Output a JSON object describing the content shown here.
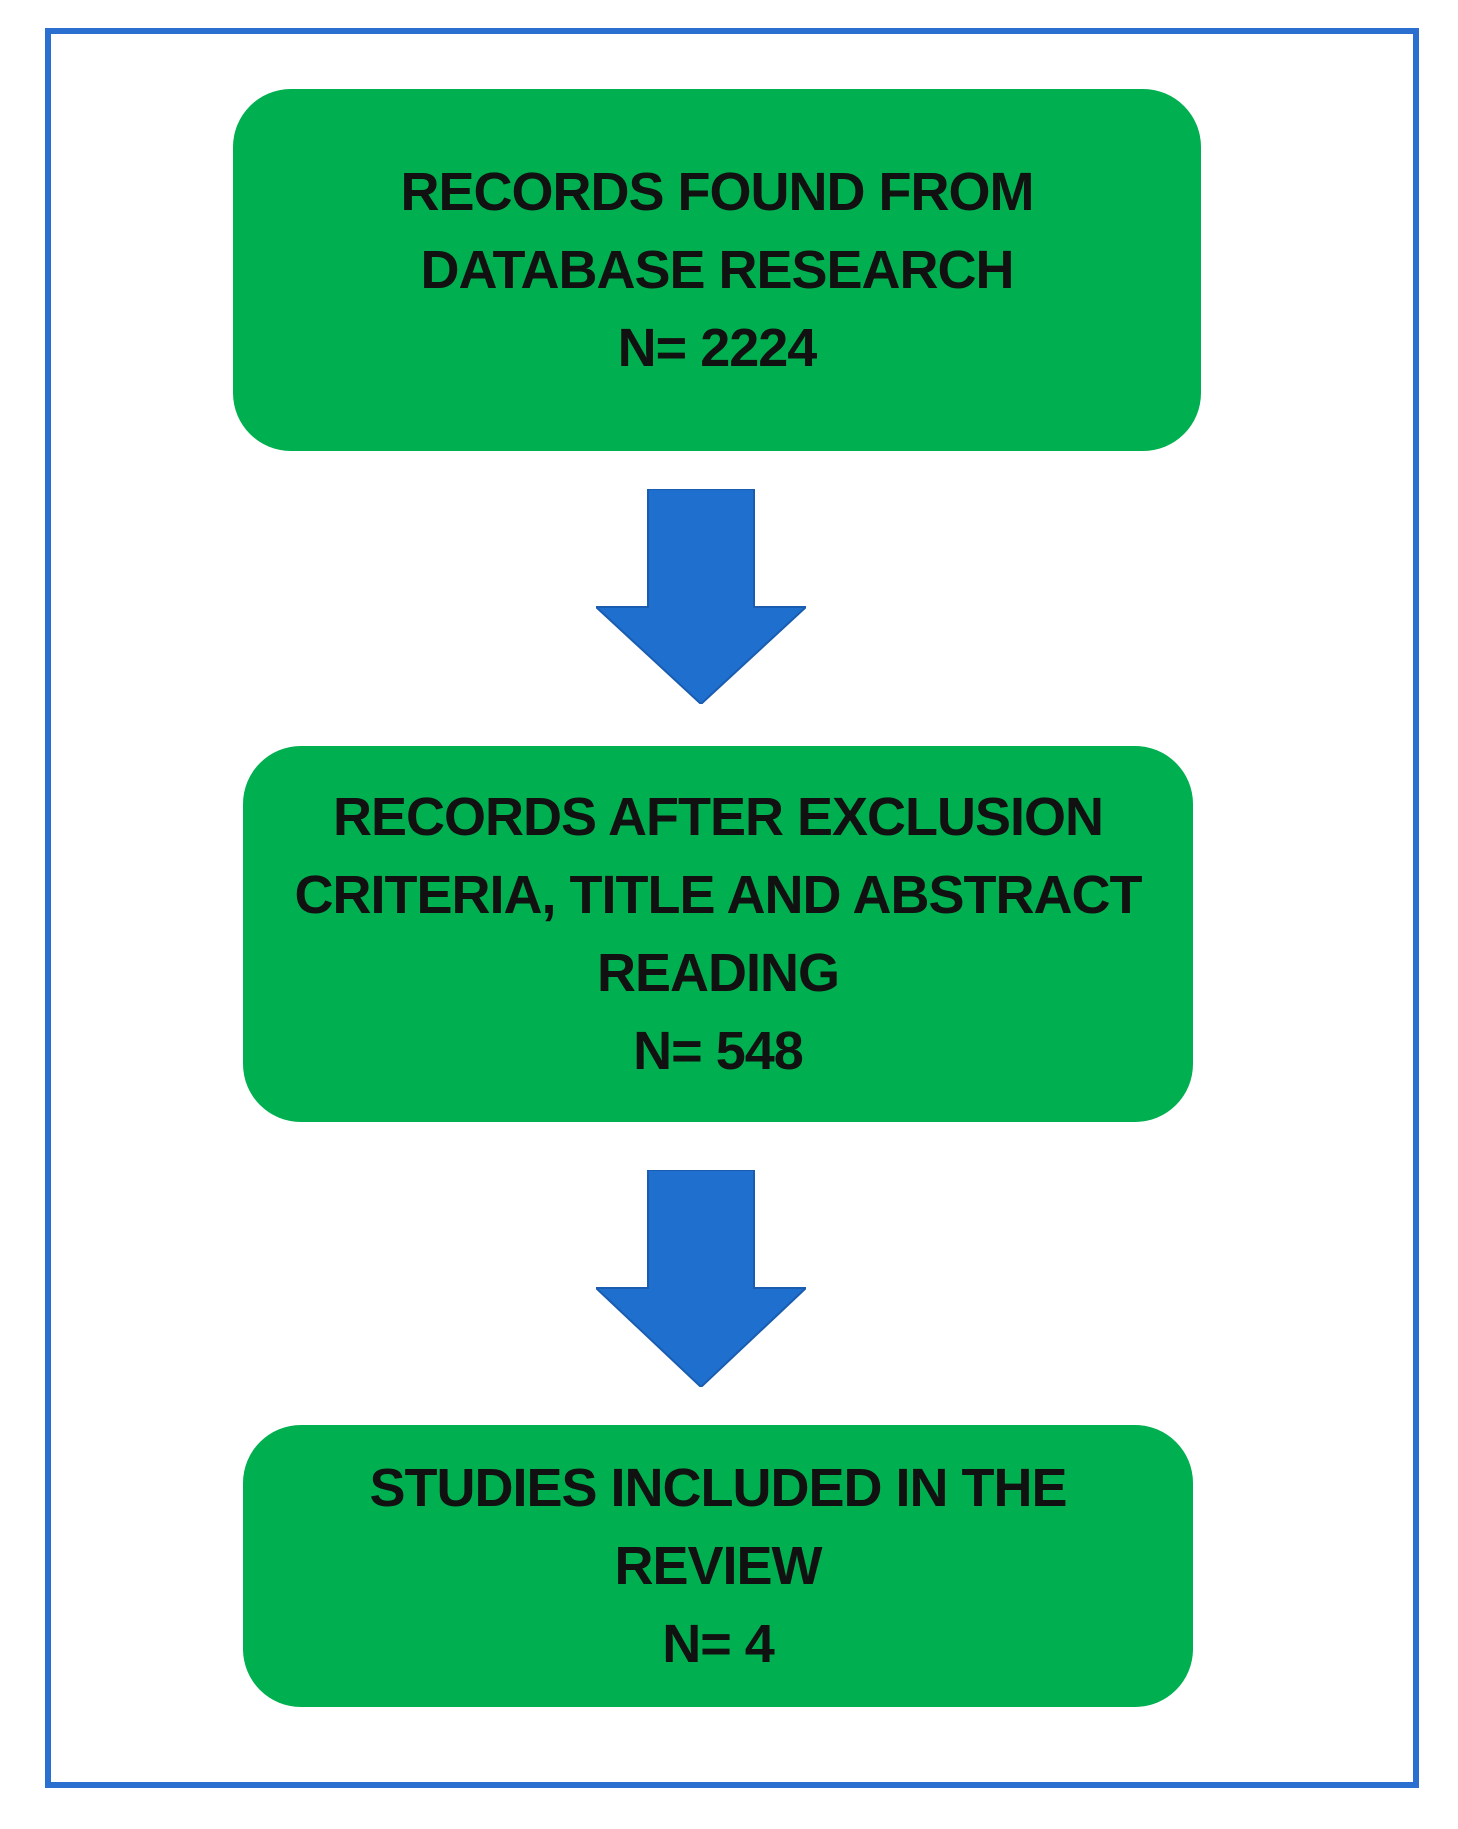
{
  "flowchart": {
    "steps": [
      {
        "line1": "RECORDS FOUND FROM",
        "line2": "DATABASE RESEARCH",
        "count": "N= 2224"
      },
      {
        "line1": "RECORDS AFTER EXCLUSION",
        "line2": "CRITERIA, TITLE AND ABSTRACT",
        "line3": "READING",
        "count": "N= 548"
      },
      {
        "line1": "STUDIES INCLUDED IN THE",
        "line2": "REVIEW",
        "count": "N= 4"
      }
    ]
  },
  "colors": {
    "box_fill": "#00b050",
    "arrow_fill": "#1f6fcf",
    "frame_border": "#2b6fd1",
    "text": "#111111"
  }
}
